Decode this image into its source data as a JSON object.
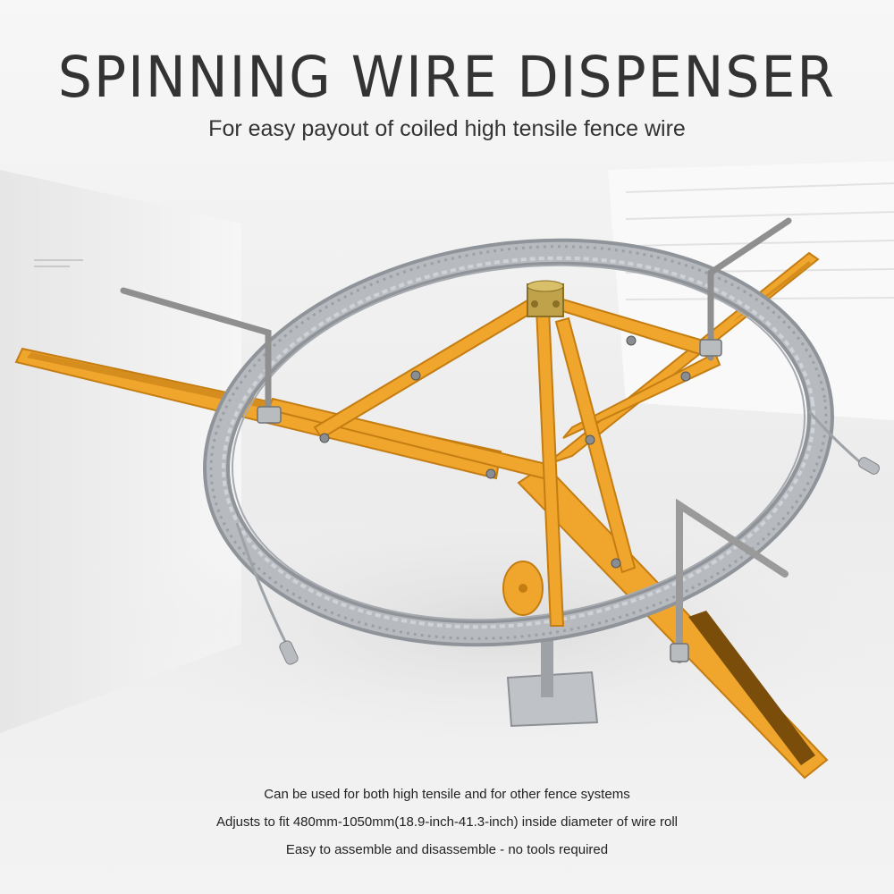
{
  "page": {
    "title": "SPINNING WIRE DISPENSER",
    "subtitle": "For easy payout of coiled high tensile fence wire",
    "features": [
      "Can be used for both high tensile and for other fence systems",
      "Adjusts to fit 480mm-1050mm(18.9-inch-41.3-inch) inside diameter of wire roll",
      "Easy to assemble and disassemble - no tools required"
    ]
  },
  "colors": {
    "frame": "#f0a62c",
    "frame_dark": "#c47d12",
    "wire": "#a9adb3",
    "handle": "#8f8f8f",
    "text": "#333333"
  }
}
